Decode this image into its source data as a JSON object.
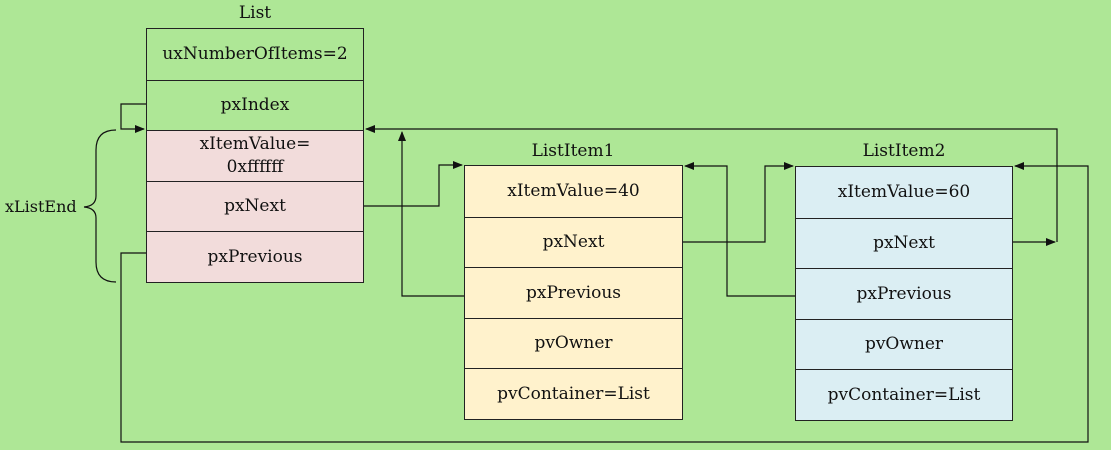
{
  "list": {
    "title": "List",
    "number_of_items": "uxNumberOfItems=2",
    "index": "pxIndex"
  },
  "list_end": {
    "label": "xListEnd",
    "item_value_line1": "xItemValue=",
    "item_value_line2": "0xffffff",
    "next": "pxNext",
    "previous": "pxPrevious"
  },
  "item1": {
    "title": "ListItem1",
    "item_value": "xItemValue=40",
    "next": "pxNext",
    "previous": "pxPrevious",
    "owner": "pvOwner",
    "container": "pvContainer=List"
  },
  "item2": {
    "title": "ListItem2",
    "item_value": "xItemValue=60",
    "next": "pxNext",
    "previous": "pxPrevious",
    "owner": "pvOwner",
    "container": "pvContainer=List"
  },
  "colors": {
    "background": "#aee796",
    "list_end_fill": "#f2dcdb",
    "item1_fill": "#fff2cc",
    "item2_fill": "#dbeef3",
    "line": "#111111"
  }
}
